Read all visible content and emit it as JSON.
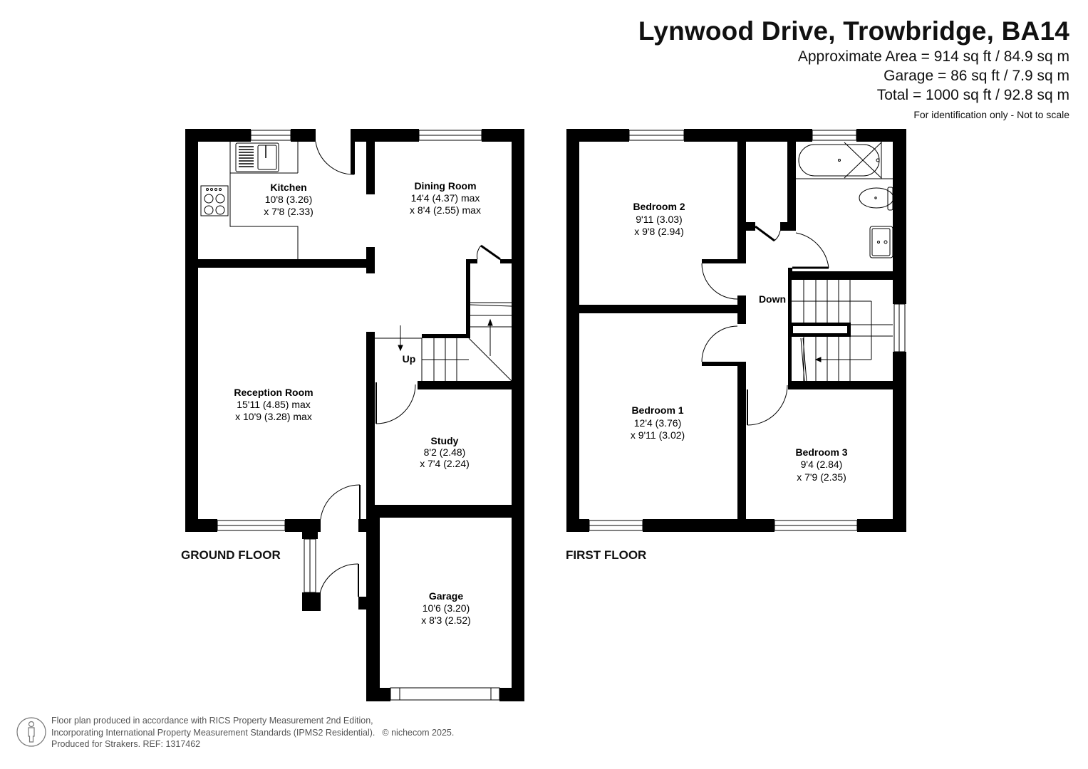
{
  "header": {
    "title": "Lynwood Drive, Trowbridge, BA14",
    "approximate_area": "Approximate Area = 914 sq ft / 84.9 sq m",
    "garage_area": "Garage = 86 sq ft / 7.9 sq m",
    "total_area": "Total = 1000 sq ft / 92.8 sq m",
    "disclaimer": "For identification only - Not to scale"
  },
  "ground_floor": {
    "label": "GROUND FLOOR",
    "stairs_label": "Up",
    "rooms": [
      {
        "name": "Kitchen",
        "dim1": "10'8 (3.26)",
        "dim2": "x 7'8 (2.33)"
      },
      {
        "name": "Dining Room",
        "dim1": "14'4 (4.37) max",
        "dim2": "x 8'4 (2.55) max"
      },
      {
        "name": "Reception Room",
        "dim1": "15'11 (4.85) max",
        "dim2": "x 10'9 (3.28) max"
      },
      {
        "name": "Study",
        "dim1": "8'2 (2.48)",
        "dim2": "x 7'4 (2.24)"
      },
      {
        "name": "Garage",
        "dim1": "10'6 (3.20)",
        "dim2": "x 8'3 (2.52)"
      }
    ]
  },
  "first_floor": {
    "label": "FIRST FLOOR",
    "stairs_label": "Down",
    "rooms": [
      {
        "name": "Bedroom 2",
        "dim1": "9'11 (3.03)",
        "dim2": "x 9'8 (2.94)"
      },
      {
        "name": "Bedroom 1",
        "dim1": "12'4 (3.76)",
        "dim2": "x 9'11 (3.02)"
      },
      {
        "name": "Bedroom 3",
        "dim1": "9'4 (2.84)",
        "dim2": "x 7'9 (2.35)"
      }
    ]
  },
  "footer": {
    "line1": "Floor plan produced in accordance with RICS Property Measurement 2nd Edition,",
    "line2": "Incorporating International Property Measurement Standards (IPMS2 Residential).",
    "copyright": "© nichecom 2025.",
    "line3": "Produced for Strakers.   REF: 1317462"
  },
  "colors": {
    "wall": "#000000",
    "background": "#ffffff",
    "footer_text": "#555555"
  }
}
